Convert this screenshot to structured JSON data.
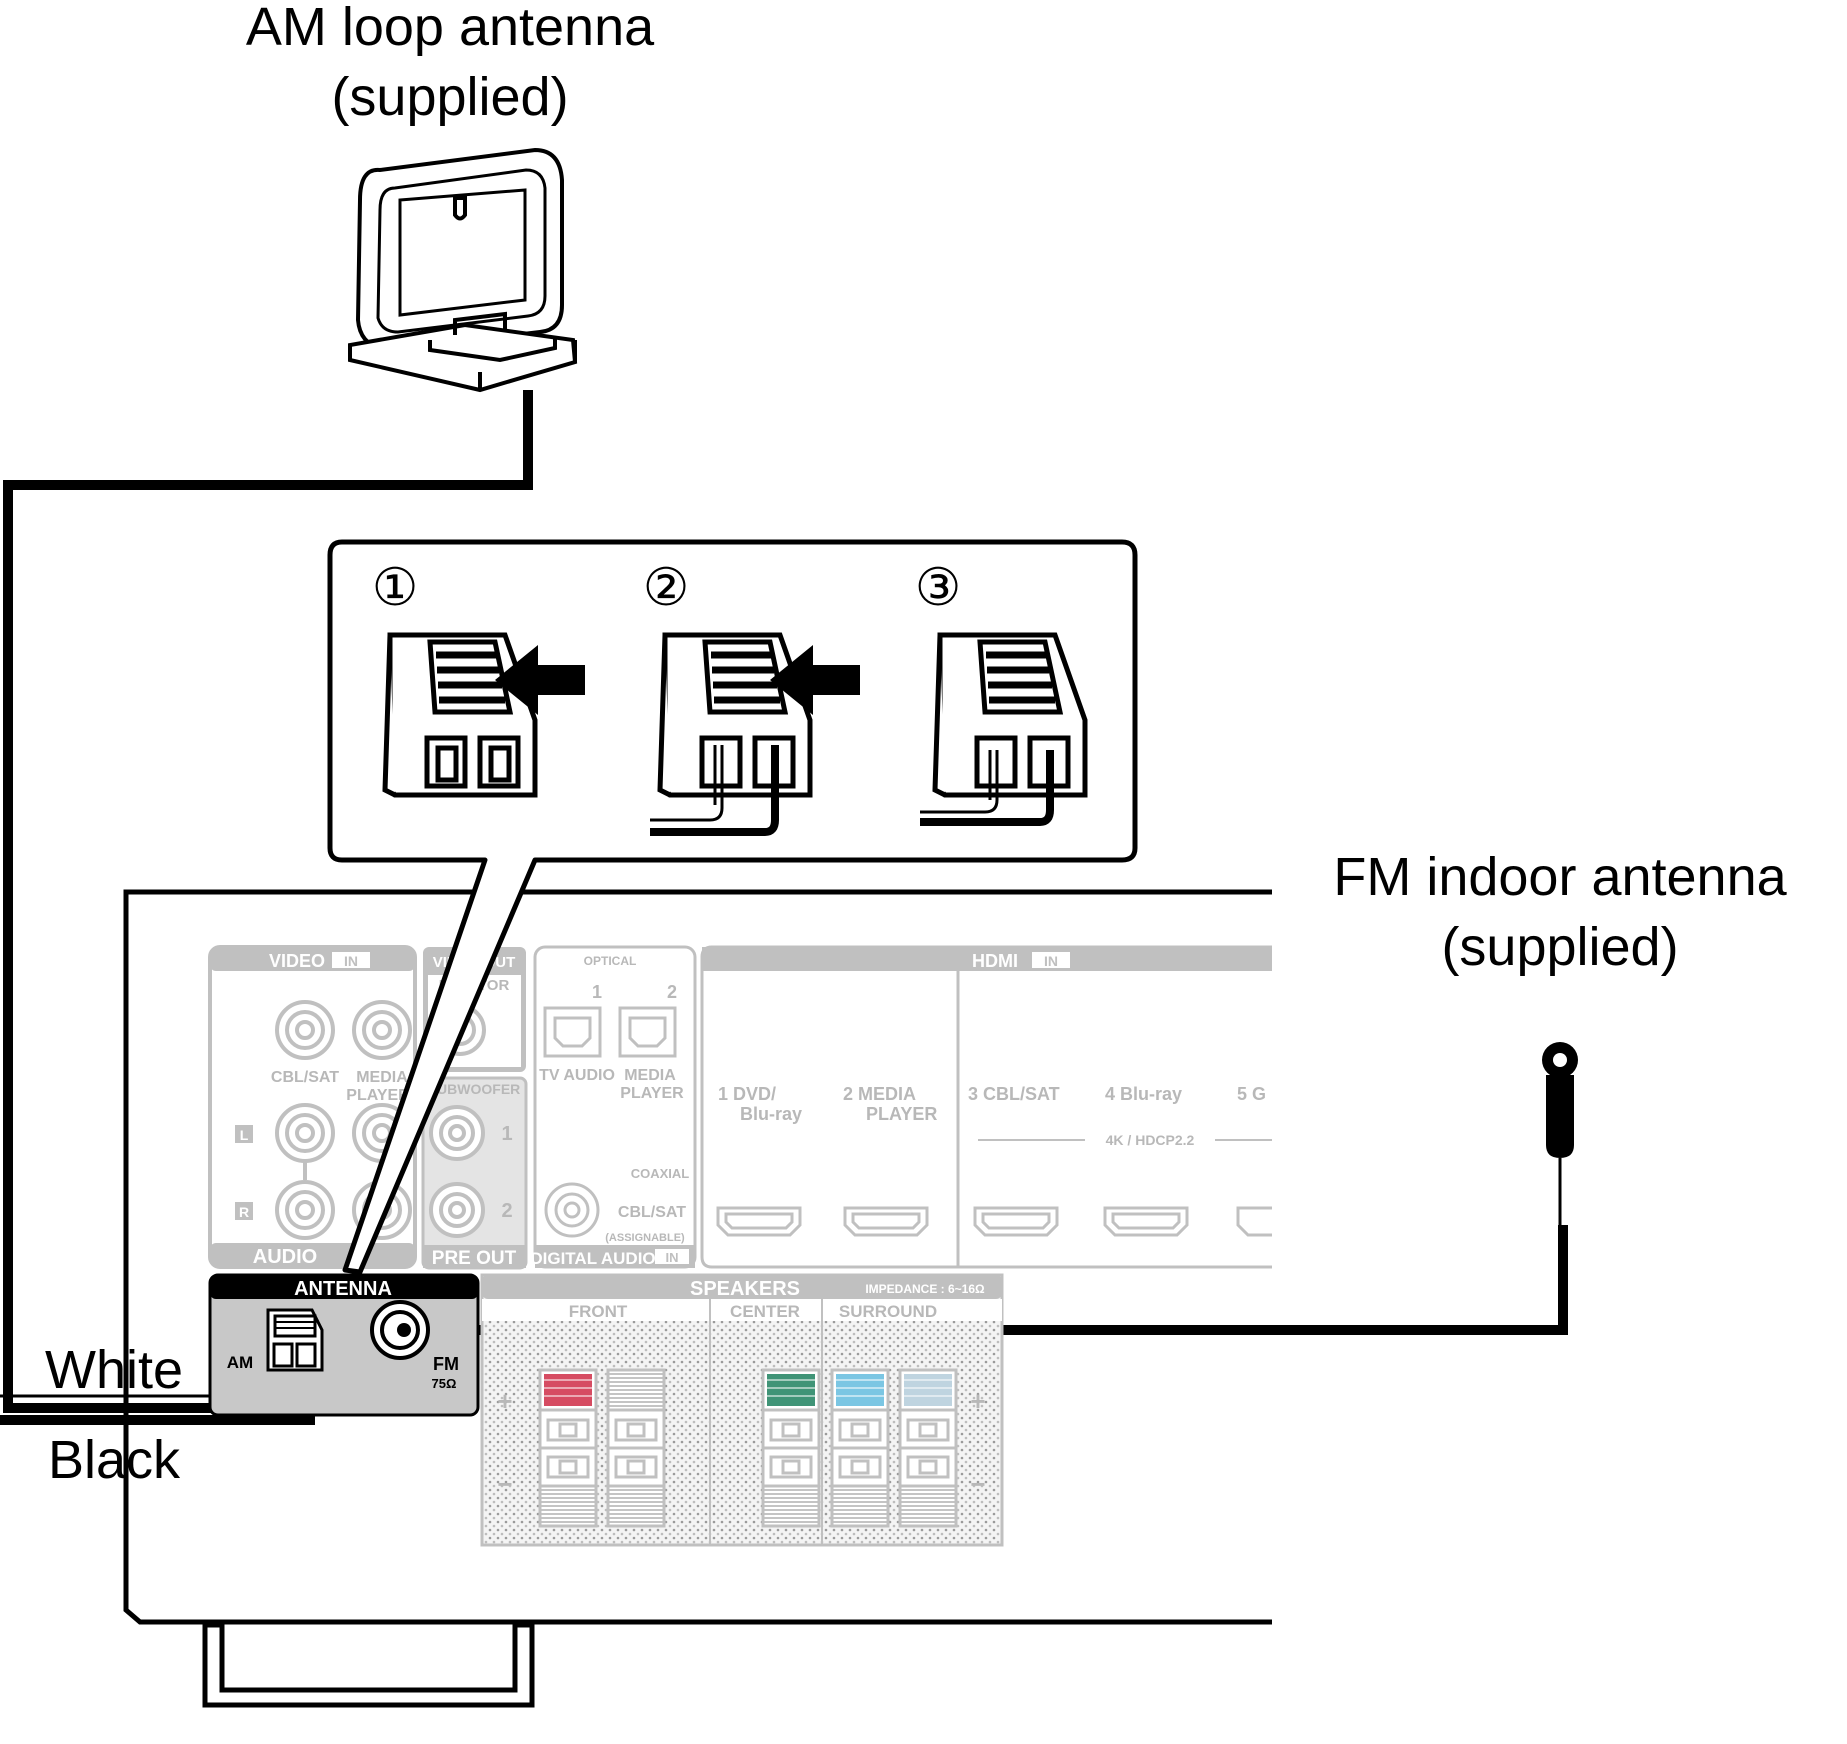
{
  "labels": {
    "am_title": "AM loop antenna",
    "am_sub": "(supplied)",
    "fm_title": "FM indoor antenna",
    "fm_sub": "(supplied)",
    "white": "White",
    "black": "Black"
  },
  "steps": [
    "①",
    "②",
    "③"
  ],
  "panel": {
    "video_in": "VIDEO",
    "in_badge": "IN",
    "video_out": "VIDEO OUT",
    "monitor": "MONITOR",
    "cbl_sat": "CBL/SAT",
    "media_player_1": "MEDIA",
    "media_player_2": "PLAYER",
    "l": "L",
    "r": "R",
    "audio": "AUDIO",
    "subwoofer": "SUBWOOFER",
    "pre_out": "PRE OUT",
    "sub_1": "1",
    "sub_2": "2",
    "optical": "OPTICAL",
    "opt_1": "1",
    "opt_2": "2",
    "tv_audio": "TV AUDIO",
    "coaxial": "COAXIAL",
    "assignable": "(ASSIGNABLE)",
    "digital_audio": "DIGITAL AUDIO",
    "hdmi": "HDMI",
    "hdmi_1": "1   DVD/",
    "hdmi_1b": "Blu-ray",
    "hdmi_2": "2   MEDIA",
    "hdmi_2b": "PLAYER",
    "hdmi_3": "3  CBL/SAT",
    "hdmi_4": "4  Blu-ray",
    "hdmi_5": "5  G",
    "hdcp": "4K / HDCP2.2",
    "antenna": "ANTENNA",
    "am": "AM",
    "fm": "FM",
    "fm_ohm": "75Ω",
    "speakers": "SPEAKERS",
    "impedance": "IMPEDANCE : 6~16Ω",
    "front": "FRONT",
    "center": "CENTER",
    "surround": "SURROUND",
    "plus": "+",
    "minus": "−"
  },
  "colors": {
    "line": "#000000",
    "panel_gray": "#c0c0c0",
    "front_r": "#c8102e",
    "center": "#00704a",
    "surround_l": "#4fb3d9",
    "surround_r": "#a9c6d6"
  }
}
